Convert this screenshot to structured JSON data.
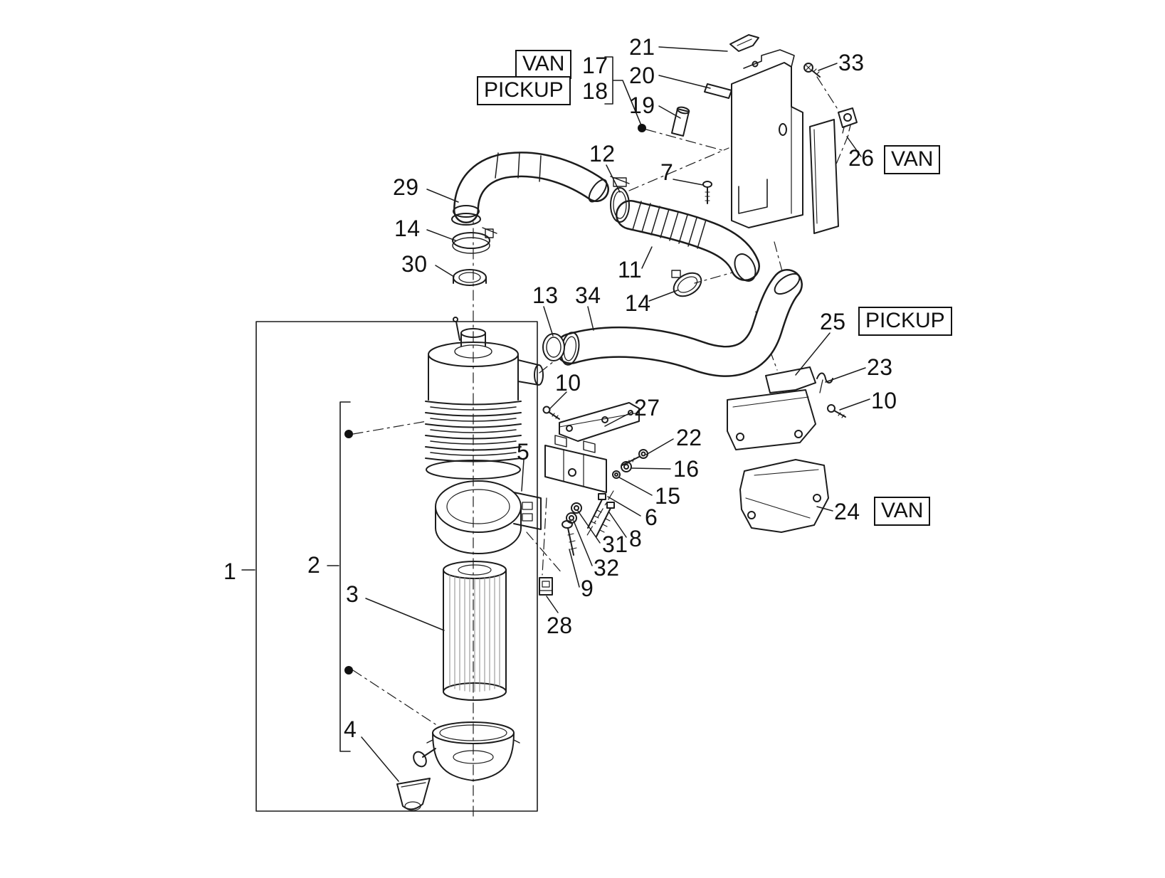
{
  "colors": {
    "line": "#1c1c1c",
    "background": "#ffffff"
  },
  "tags": [
    {
      "text": "VAN"
    },
    {
      "text": "PICKUP"
    },
    {
      "text": "VAN"
    },
    {
      "text": "PICKUP"
    },
    {
      "text": "VAN"
    }
  ],
  "callouts": [
    {
      "text": "21"
    },
    {
      "text": "33"
    },
    {
      "text": "20"
    },
    {
      "text": "19"
    },
    {
      "text": "17"
    },
    {
      "text": "18"
    },
    {
      "text": "26"
    },
    {
      "text": "12"
    },
    {
      "text": "7"
    },
    {
      "text": "29"
    },
    {
      "text": "14"
    },
    {
      "text": "30"
    },
    {
      "text": "11"
    },
    {
      "text": "14"
    },
    {
      "text": "13"
    },
    {
      "text": "34"
    },
    {
      "text": "25"
    },
    {
      "text": "23"
    },
    {
      "text": "10"
    },
    {
      "text": "10"
    },
    {
      "text": "27"
    },
    {
      "text": "22"
    },
    {
      "text": "16"
    },
    {
      "text": "15"
    },
    {
      "text": "6"
    },
    {
      "text": "8"
    },
    {
      "text": "31"
    },
    {
      "text": "32"
    },
    {
      "text": "9"
    },
    {
      "text": "28"
    },
    {
      "text": "24"
    },
    {
      "text": "5"
    },
    {
      "text": "3"
    },
    {
      "text": "2"
    },
    {
      "text": "1"
    },
    {
      "text": "4"
    }
  ]
}
